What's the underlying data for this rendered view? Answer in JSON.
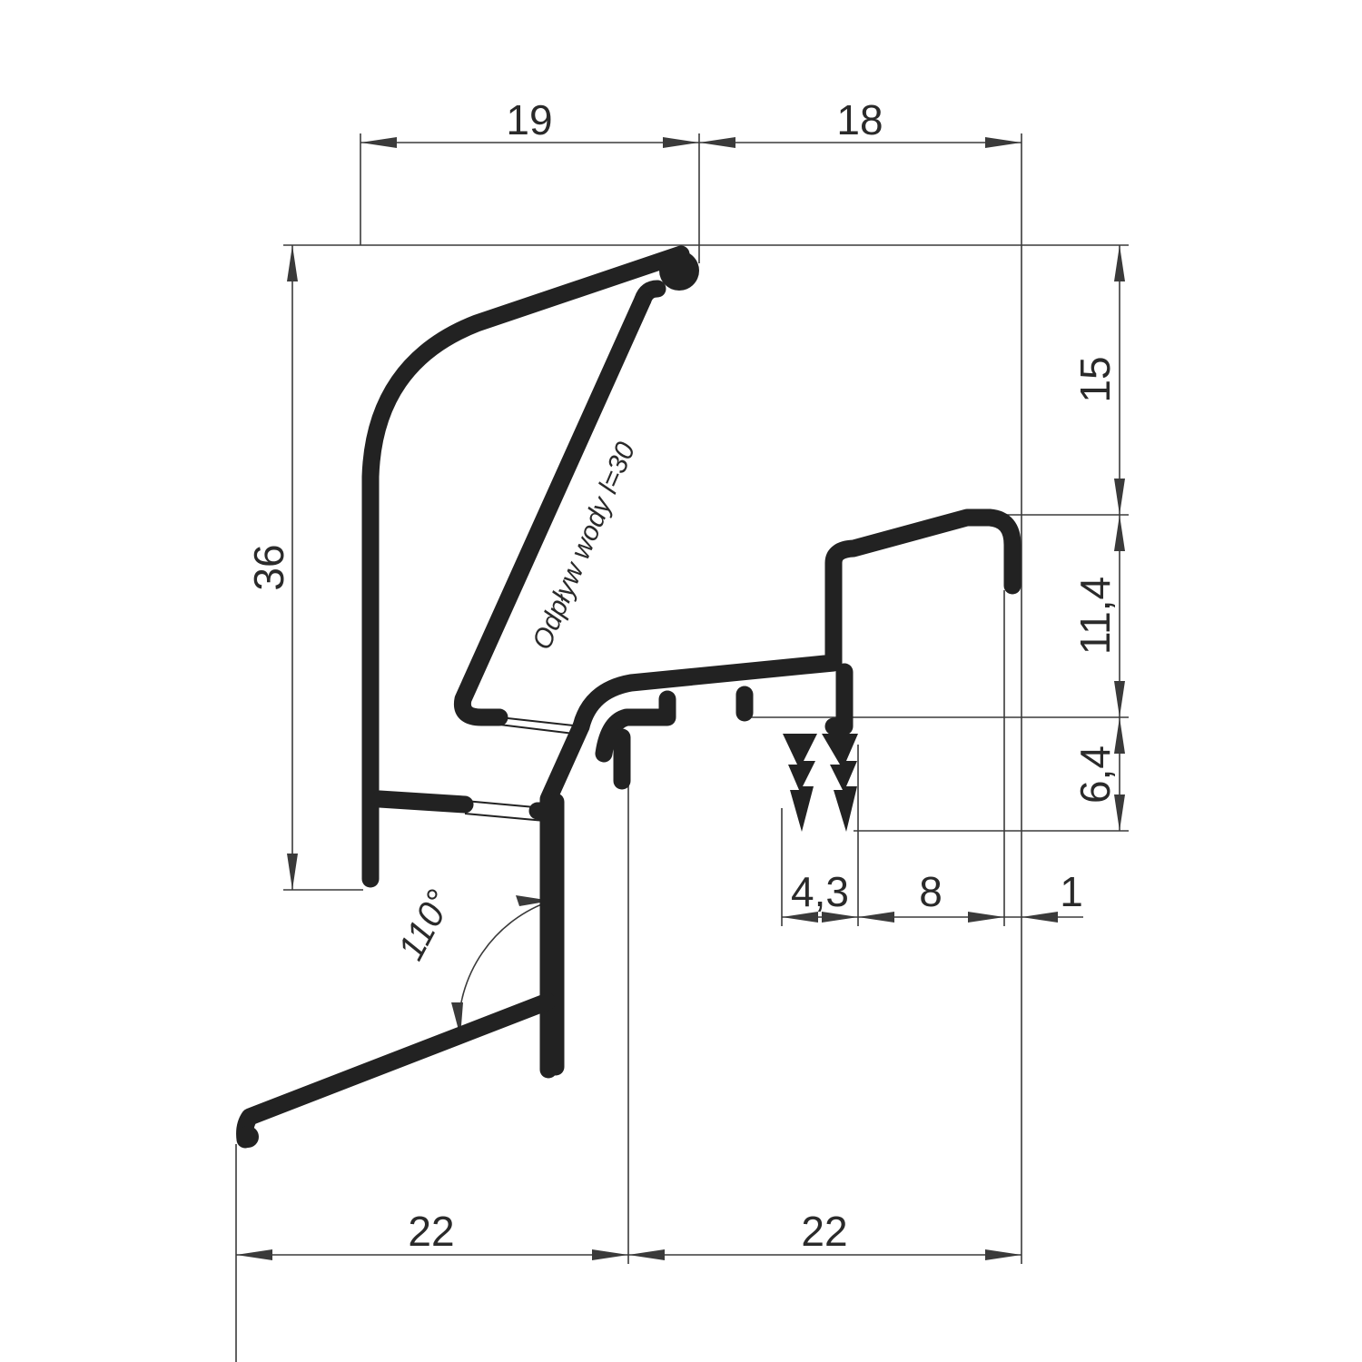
{
  "drawing": {
    "colors": {
      "profile": "#222222",
      "dimension": "#3a3a3a",
      "background": "#ffffff"
    },
    "dimensions": {
      "top_left_width": "19",
      "top_right_width": "18",
      "left_height": "36",
      "right_top_height": "15",
      "right_mid_height": "11,4",
      "right_low_height": "6,4",
      "seal_width": "4,3",
      "gap_width": "8",
      "lip_width": "1",
      "bottom_left_width": "22",
      "bottom_right_width": "22"
    },
    "angle_label": "110°",
    "drain_note": "Odpływ wody l=30"
  }
}
